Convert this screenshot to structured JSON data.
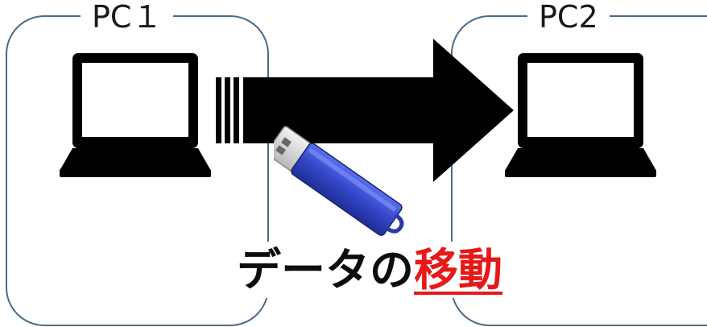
{
  "pc1": {
    "label": "PC１",
    "icon": "laptop-icon"
  },
  "pc2": {
    "label": "PC2",
    "icon": "laptop-icon"
  },
  "transfer": {
    "arrow_icon": "right-arrow-icon",
    "device_icon": "usb-flash-drive-icon"
  },
  "caption": {
    "main": "データの",
    "emphasis": "移動"
  },
  "colors": {
    "box_border": "#4a6a8a",
    "arrow": "#000000",
    "usb_body": "#3346c8",
    "emphasis": "#e61919",
    "text": "#0d0d0d"
  }
}
